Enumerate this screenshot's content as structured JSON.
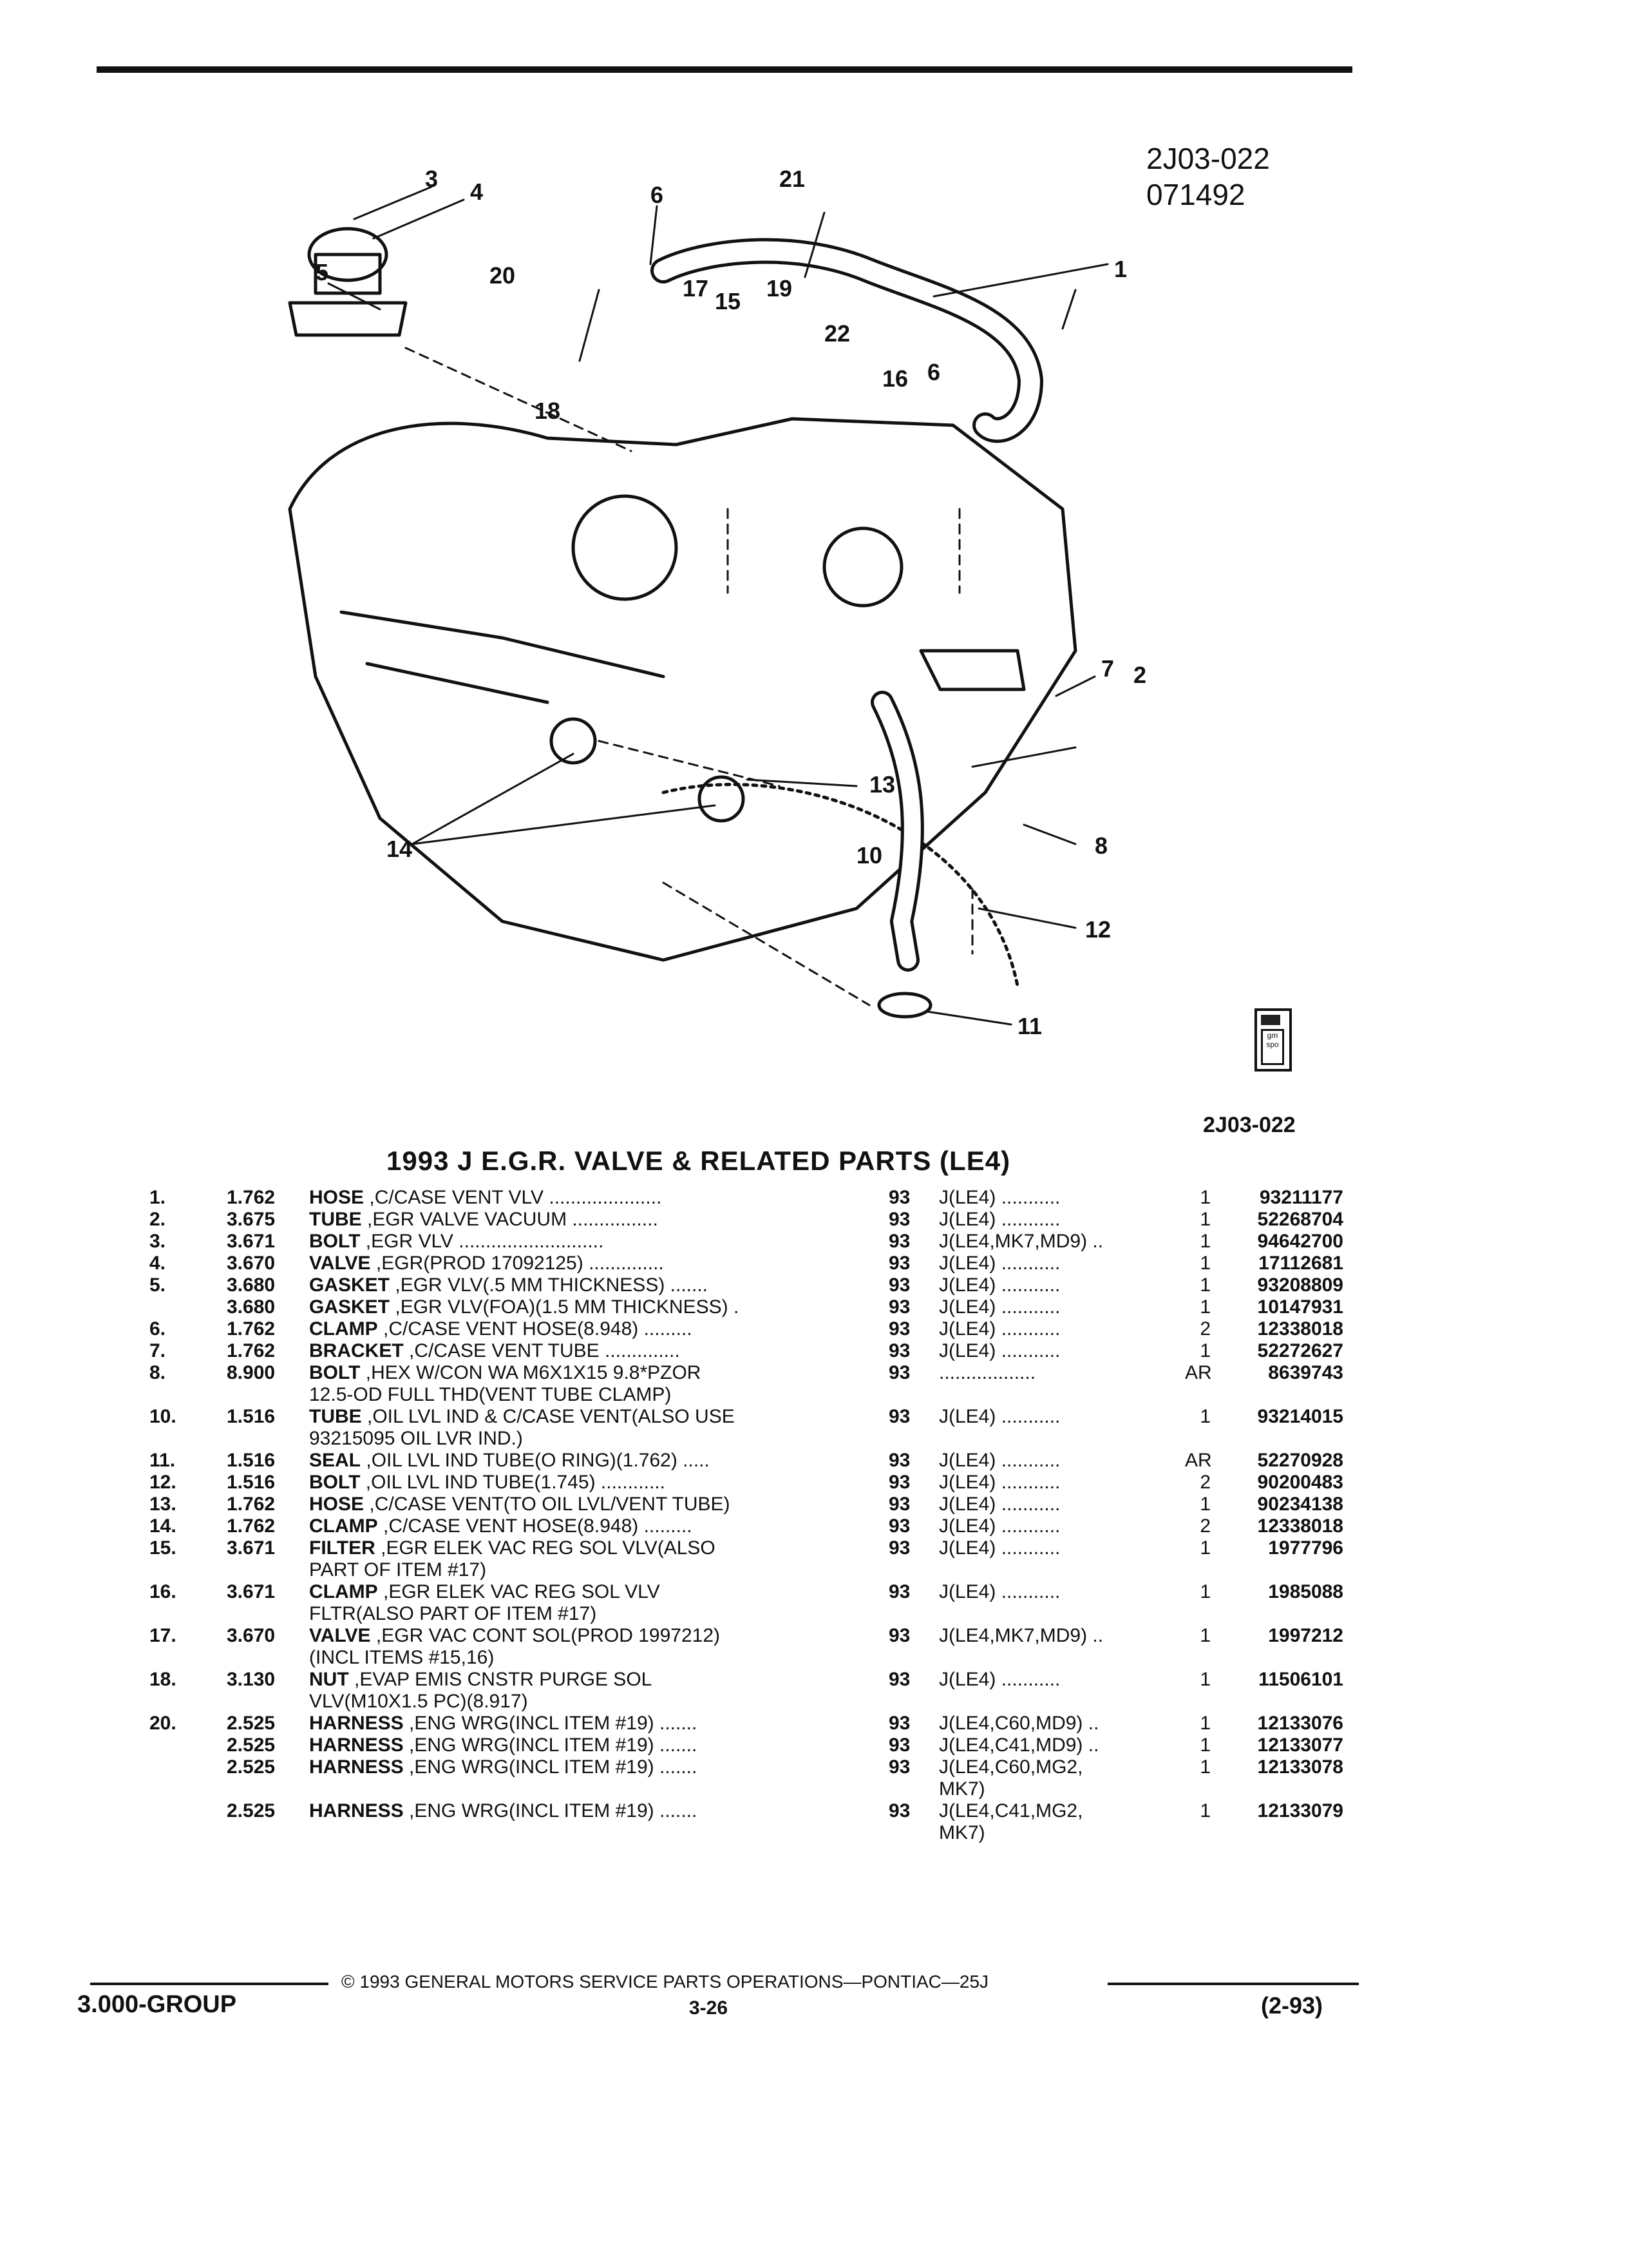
{
  "header": {
    "figure_code": "2J03-022",
    "figure_date": "071492"
  },
  "diagram": {
    "callouts": [
      "1",
      "2",
      "3",
      "4",
      "5",
      "6",
      "6",
      "7",
      "8",
      "10",
      "11",
      "12",
      "13",
      "14",
      "15",
      "16",
      "17",
      "18",
      "19",
      "20",
      "21",
      "22"
    ]
  },
  "figure_code_bottom": "2J03-022",
  "section_title": "1993 J E.G.R. VALVE & RELATED PARTS (LE4)",
  "parts": [
    {
      "idx": "1.",
      "grp": "1.762",
      "name": "HOSE",
      ",desc": "",
      "rest": ",C/CASE VENT VLV .....................",
      "rest2": "",
      "yr": "93",
      "app": "J(LE4) ...........",
      "app2": "",
      "qty": "1",
      "part": "93211177"
    },
    {
      "idx": "2.",
      "grp": "3.675",
      "name": "TUBE",
      "rest": ",EGR VALVE VACUUM ................",
      "rest2": "",
      "yr": "93",
      "app": "J(LE4) ...........",
      "app2": "",
      "qty": "1",
      "part": "52268704"
    },
    {
      "idx": "3.",
      "grp": "3.671",
      "name": "BOLT",
      "rest": ",EGR VLV ...........................",
      "rest2": "",
      "yr": "93",
      "app": "J(LE4,MK7,MD9) ..",
      "app2": "",
      "qty": "1",
      "part": "94642700"
    },
    {
      "idx": "4.",
      "grp": "3.670",
      "name": "VALVE",
      "rest": ",EGR(PROD 17092125) ..............",
      "rest2": "",
      "yr": "93",
      "app": "J(LE4) ...........",
      "app2": "",
      "qty": "1",
      "part": "17112681"
    },
    {
      "idx": "5.",
      "grp": "3.680",
      "name": "GASKET",
      "rest": ",EGR VLV(.5 MM THICKNESS) .......",
      "rest2": "",
      "yr": "93",
      "app": "J(LE4) ...........",
      "app2": "",
      "qty": "1",
      "part": "93208809"
    },
    {
      "idx": "",
      "grp": "3.680",
      "name": "GASKET",
      "rest": ",EGR VLV(FOA)(1.5 MM THICKNESS) .",
      "rest2": "",
      "yr": "93",
      "app": "J(LE4) ...........",
      "app2": "",
      "qty": "1",
      "part": "10147931"
    },
    {
      "idx": "6.",
      "grp": "1.762",
      "name": "CLAMP",
      "rest": ",C/CASE VENT HOSE(8.948) .........",
      "rest2": "",
      "yr": "93",
      "app": "J(LE4) ...........",
      "app2": "",
      "qty": "2",
      "part": "12338018"
    },
    {
      "idx": "7.",
      "grp": "1.762",
      "name": "BRACKET",
      "rest": ",C/CASE VENT TUBE ..............",
      "rest2": "",
      "yr": "93",
      "app": "J(LE4) ...........",
      "app2": "",
      "qty": "1",
      "part": "52272627"
    },
    {
      "idx": "8.",
      "grp": "8.900",
      "name": "BOLT",
      "rest": ",HEX W/CON WA M6X1X15 9.8*PZOR",
      "rest2": "12.5-OD FULL THD(VENT TUBE CLAMP)",
      "yr": "93",
      "app": "..................",
      "app2": "",
      "qty": "AR",
      "part": "8639743"
    },
    {
      "idx": "10.",
      "grp": "1.516",
      "name": "TUBE",
      "rest": ",OIL LVL IND & C/CASE VENT(ALSO USE",
      "rest2": "93215095 OIL LVR IND.)",
      "yr": "93",
      "app": "J(LE4) ...........",
      "app2": "",
      "qty": "1",
      "part": "93214015"
    },
    {
      "idx": "11.",
      "grp": "1.516",
      "name": "SEAL",
      "rest": ",OIL LVL IND TUBE(O RING)(1.762) .....",
      "rest2": "",
      "yr": "93",
      "app": "J(LE4) ...........",
      "app2": "",
      "qty": "AR",
      "part": "52270928"
    },
    {
      "idx": "12.",
      "grp": "1.516",
      "name": "BOLT",
      "rest": ",OIL LVL IND TUBE(1.745) ............",
      "rest2": "",
      "yr": "93",
      "app": "J(LE4) ...........",
      "app2": "",
      "qty": "2",
      "part": "90200483"
    },
    {
      "idx": "13.",
      "grp": "1.762",
      "name": "HOSE",
      "rest": ",C/CASE VENT(TO OIL LVL/VENT TUBE)",
      "rest2": "",
      "yr": "93",
      "app": "J(LE4) ...........",
      "app2": "",
      "qty": "1",
      "part": "90234138"
    },
    {
      "idx": "14.",
      "grp": "1.762",
      "name": "CLAMP",
      "rest": ",C/CASE VENT HOSE(8.948) .........",
      "rest2": "",
      "yr": "93",
      "app": "J(LE4) ...........",
      "app2": "",
      "qty": "2",
      "part": "12338018"
    },
    {
      "idx": "15.",
      "grp": "3.671",
      "name": "FILTER",
      "rest": ",EGR ELEK VAC REG SOL VLV(ALSO",
      "rest2": "PART OF ITEM #17)",
      "yr": "93",
      "app": "J(LE4) ...........",
      "app2": "",
      "qty": "1",
      "part": "1977796"
    },
    {
      "idx": "16.",
      "grp": "3.671",
      "name": "CLAMP",
      "rest": ",EGR ELEK VAC REG SOL VLV",
      "rest2": "FLTR(ALSO PART OF ITEM #17)",
      "yr": "93",
      "app": "J(LE4) ...........",
      "app2": "",
      "qty": "1",
      "part": "1985088"
    },
    {
      "idx": "17.",
      "grp": "3.670",
      "name": "VALVE",
      "rest": ",EGR VAC CONT SOL(PROD 1997212)",
      "rest2": "(INCL ITEMS #15,16)",
      "yr": "93",
      "app": "J(LE4,MK7,MD9) ..",
      "app2": "",
      "qty": "1",
      "part": "1997212"
    },
    {
      "idx": "18.",
      "grp": "3.130",
      "name": "NUT",
      "rest": ",EVAP EMIS CNSTR PURGE SOL",
      "rest2": "VLV(M10X1.5 PC)(8.917)",
      "yr": "93",
      "app": "J(LE4) ...........",
      "app2": "",
      "qty": "1",
      "part": "11506101"
    },
    {
      "idx": "20.",
      "grp": "2.525",
      "name": "HARNESS",
      "rest": ",ENG WRG(INCL ITEM #19) .......",
      "rest2": "",
      "yr": "93",
      "app": "J(LE4,C60,MD9) ..",
      "app2": "",
      "qty": "1",
      "part": "12133076"
    },
    {
      "idx": "",
      "grp": "2.525",
      "name": "HARNESS",
      "rest": ",ENG WRG(INCL ITEM #19) .......",
      "rest2": "",
      "yr": "93",
      "app": "J(LE4,C41,MD9) ..",
      "app2": "",
      "qty": "1",
      "part": "12133077"
    },
    {
      "idx": "",
      "grp": "2.525",
      "name": "HARNESS",
      "rest": ",ENG WRG(INCL ITEM #19) .......",
      "rest2": "",
      "yr": "93",
      "app": "J(LE4,C60,MG2,",
      "app2": "MK7)",
      "qty": "1",
      "part": "12133078"
    },
    {
      "idx": "",
      "grp": "2.525",
      "name": "HARNESS",
      "rest": ",ENG WRG(INCL ITEM #19) .......",
      "rest2": "",
      "yr": "93",
      "app": "J(LE4,C41,MG2,",
      "app2": "MK7)",
      "qty": "1",
      "part": "12133079"
    }
  ],
  "footer": {
    "copyright": "© 1993 GENERAL MOTORS SERVICE PARTS OPERATIONS—PONTIAC—25J",
    "group": "3.000-GROUP",
    "page": "3-26",
    "date": "(2-93)"
  },
  "logo_text": "gm spo"
}
